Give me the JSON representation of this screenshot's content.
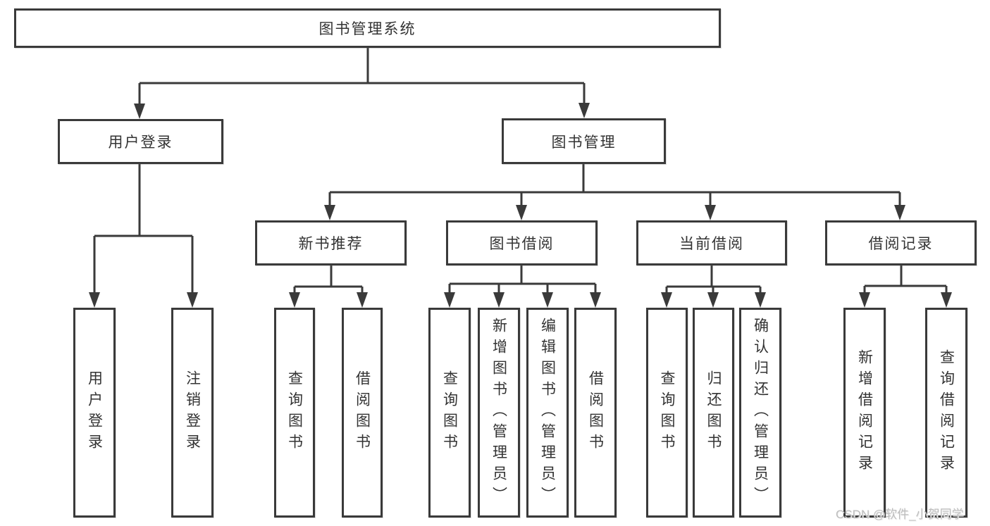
{
  "diagram": {
    "root": "图书管理系统",
    "login": {
      "label": "用户登录",
      "children": [
        "用户登录",
        "注销登录"
      ]
    },
    "management": {
      "label": "图书管理",
      "sections": [
        {
          "label": "新书推荐",
          "children": [
            "查询图书",
            "借阅图书"
          ]
        },
        {
          "label": "图书借阅",
          "children": [
            "查询图书",
            "新增图书（管理员）",
            "编辑图书（管理员）",
            "借阅图书"
          ]
        },
        {
          "label": "当前借阅",
          "children": [
            "查询图书",
            "归还图书",
            "确认归还（管理员）"
          ]
        },
        {
          "label": "借阅记录",
          "children": [
            "新增借阅记录",
            "查询借阅记录"
          ]
        }
      ]
    }
  },
  "watermark": "CSDN @软件_小贺同学",
  "colors": {
    "line": "#3a3a3a",
    "text": "#333333",
    "watermark": "#bdbdbd",
    "background": "#ffffff"
  }
}
